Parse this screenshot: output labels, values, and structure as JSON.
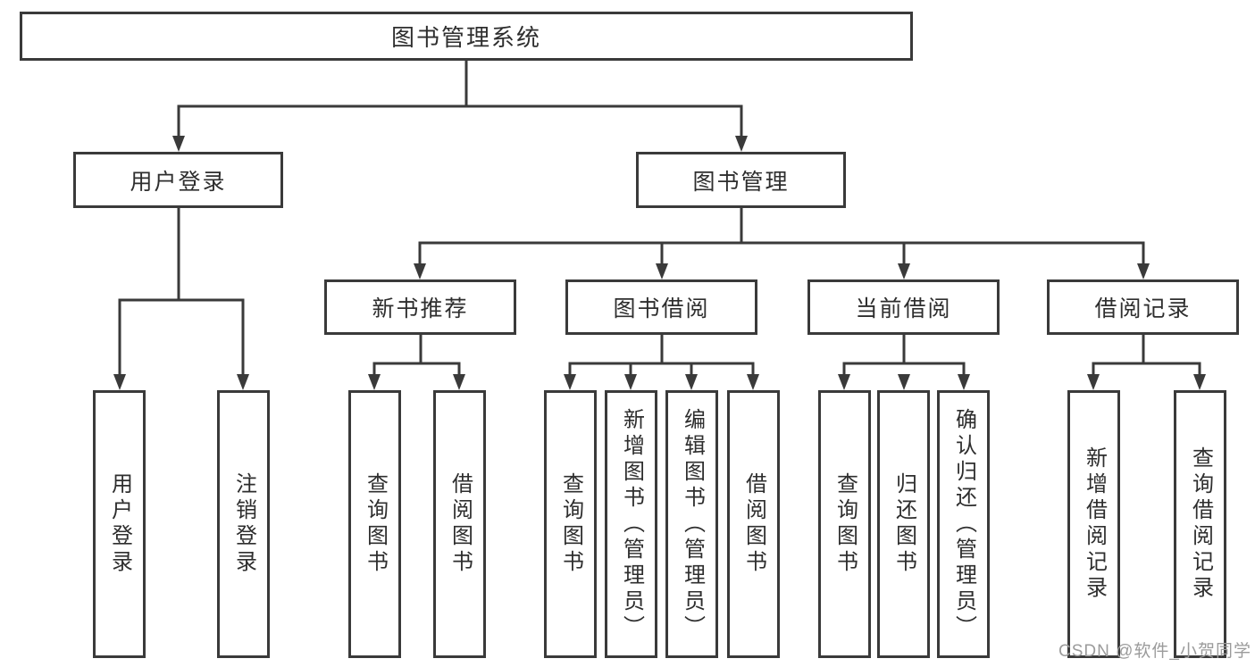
{
  "nodes": {
    "root": {
      "label": "图书管理系统"
    },
    "userLogin": {
      "label": "用户登录",
      "children": [
        {
          "label": "用户登录"
        },
        {
          "label": "注销登录"
        }
      ]
    },
    "bookMgmt": {
      "label": "图书管理"
    },
    "newBookRec": {
      "label": "新书推荐",
      "children": [
        {
          "label": "查询图书"
        },
        {
          "label": "借阅图书"
        }
      ]
    },
    "bookBorrow": {
      "label": "图书借阅",
      "children": [
        {
          "label": "查询图书"
        },
        {
          "label": "新增图书（管理员）"
        },
        {
          "label": "编辑图书（管理员）"
        },
        {
          "label": "借阅图书"
        }
      ]
    },
    "currentBorrow": {
      "label": "当前借阅",
      "children": [
        {
          "label": "查询图书"
        },
        {
          "label": "归还图书"
        },
        {
          "label": "确认归还（管理员）"
        }
      ]
    },
    "borrowRecords": {
      "label": "借阅记录",
      "children": [
        {
          "label": "新增借阅记录"
        },
        {
          "label": "查询借阅记录"
        }
      ]
    }
  },
  "watermark": {
    "text": "CSDN @软件_小贺同学"
  },
  "colors": {
    "line": "#3a3a3a",
    "text": "#2e2e2e",
    "watermark": "#9b9b9b",
    "background": "#ffffff"
  }
}
